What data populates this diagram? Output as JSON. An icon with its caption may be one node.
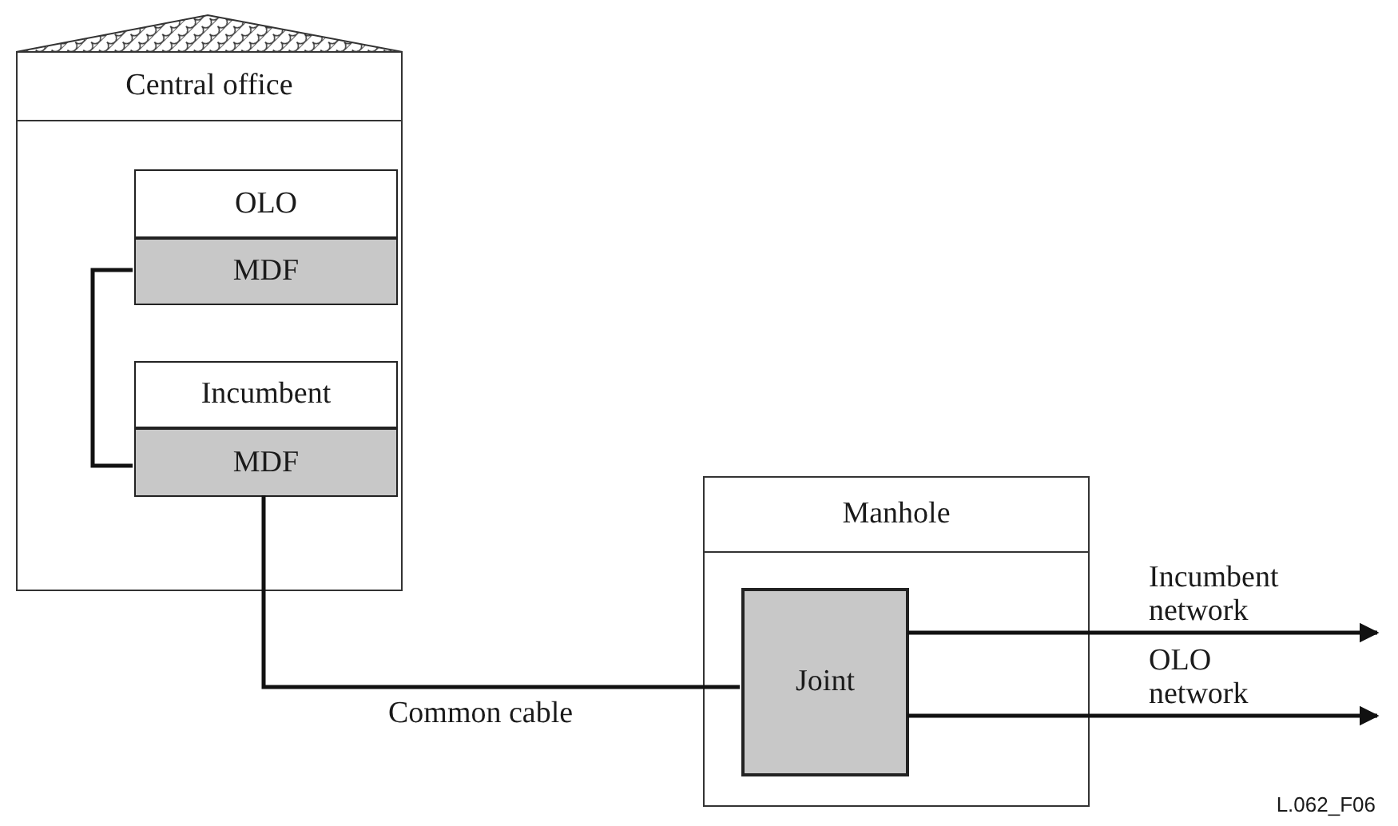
{
  "diagram": {
    "nodes": [
      {
        "text": [
          "Central office"
        ]
      },
      {
        "text": [
          "OLO"
        ],
        "in": 0
      },
      {
        "text": [
          "MDF"
        ],
        "in": 0
      },
      {
        "text": [
          "Incumbent"
        ],
        "in": 0
      },
      {
        "text": [
          "MDF"
        ],
        "in": 0
      },
      {
        "text": [
          "Manhole"
        ]
      },
      {
        "text": [
          "Joint"
        ],
        "in": 5
      }
    ],
    "edges": [
      {
        "from": 2,
        "to": 4,
        "arrow": "none"
      },
      {
        "from": 4,
        "to": 6,
        "arrow": "none",
        "label": "Common cable"
      },
      {
        "from": 6,
        "to": null,
        "arrow": "to",
        "label": "Incumbent network"
      },
      {
        "from": 6,
        "to": null,
        "arrow": "to",
        "label": "OLO network"
      }
    ],
    "labels": [
      "L.062_F06"
    ]
  }
}
